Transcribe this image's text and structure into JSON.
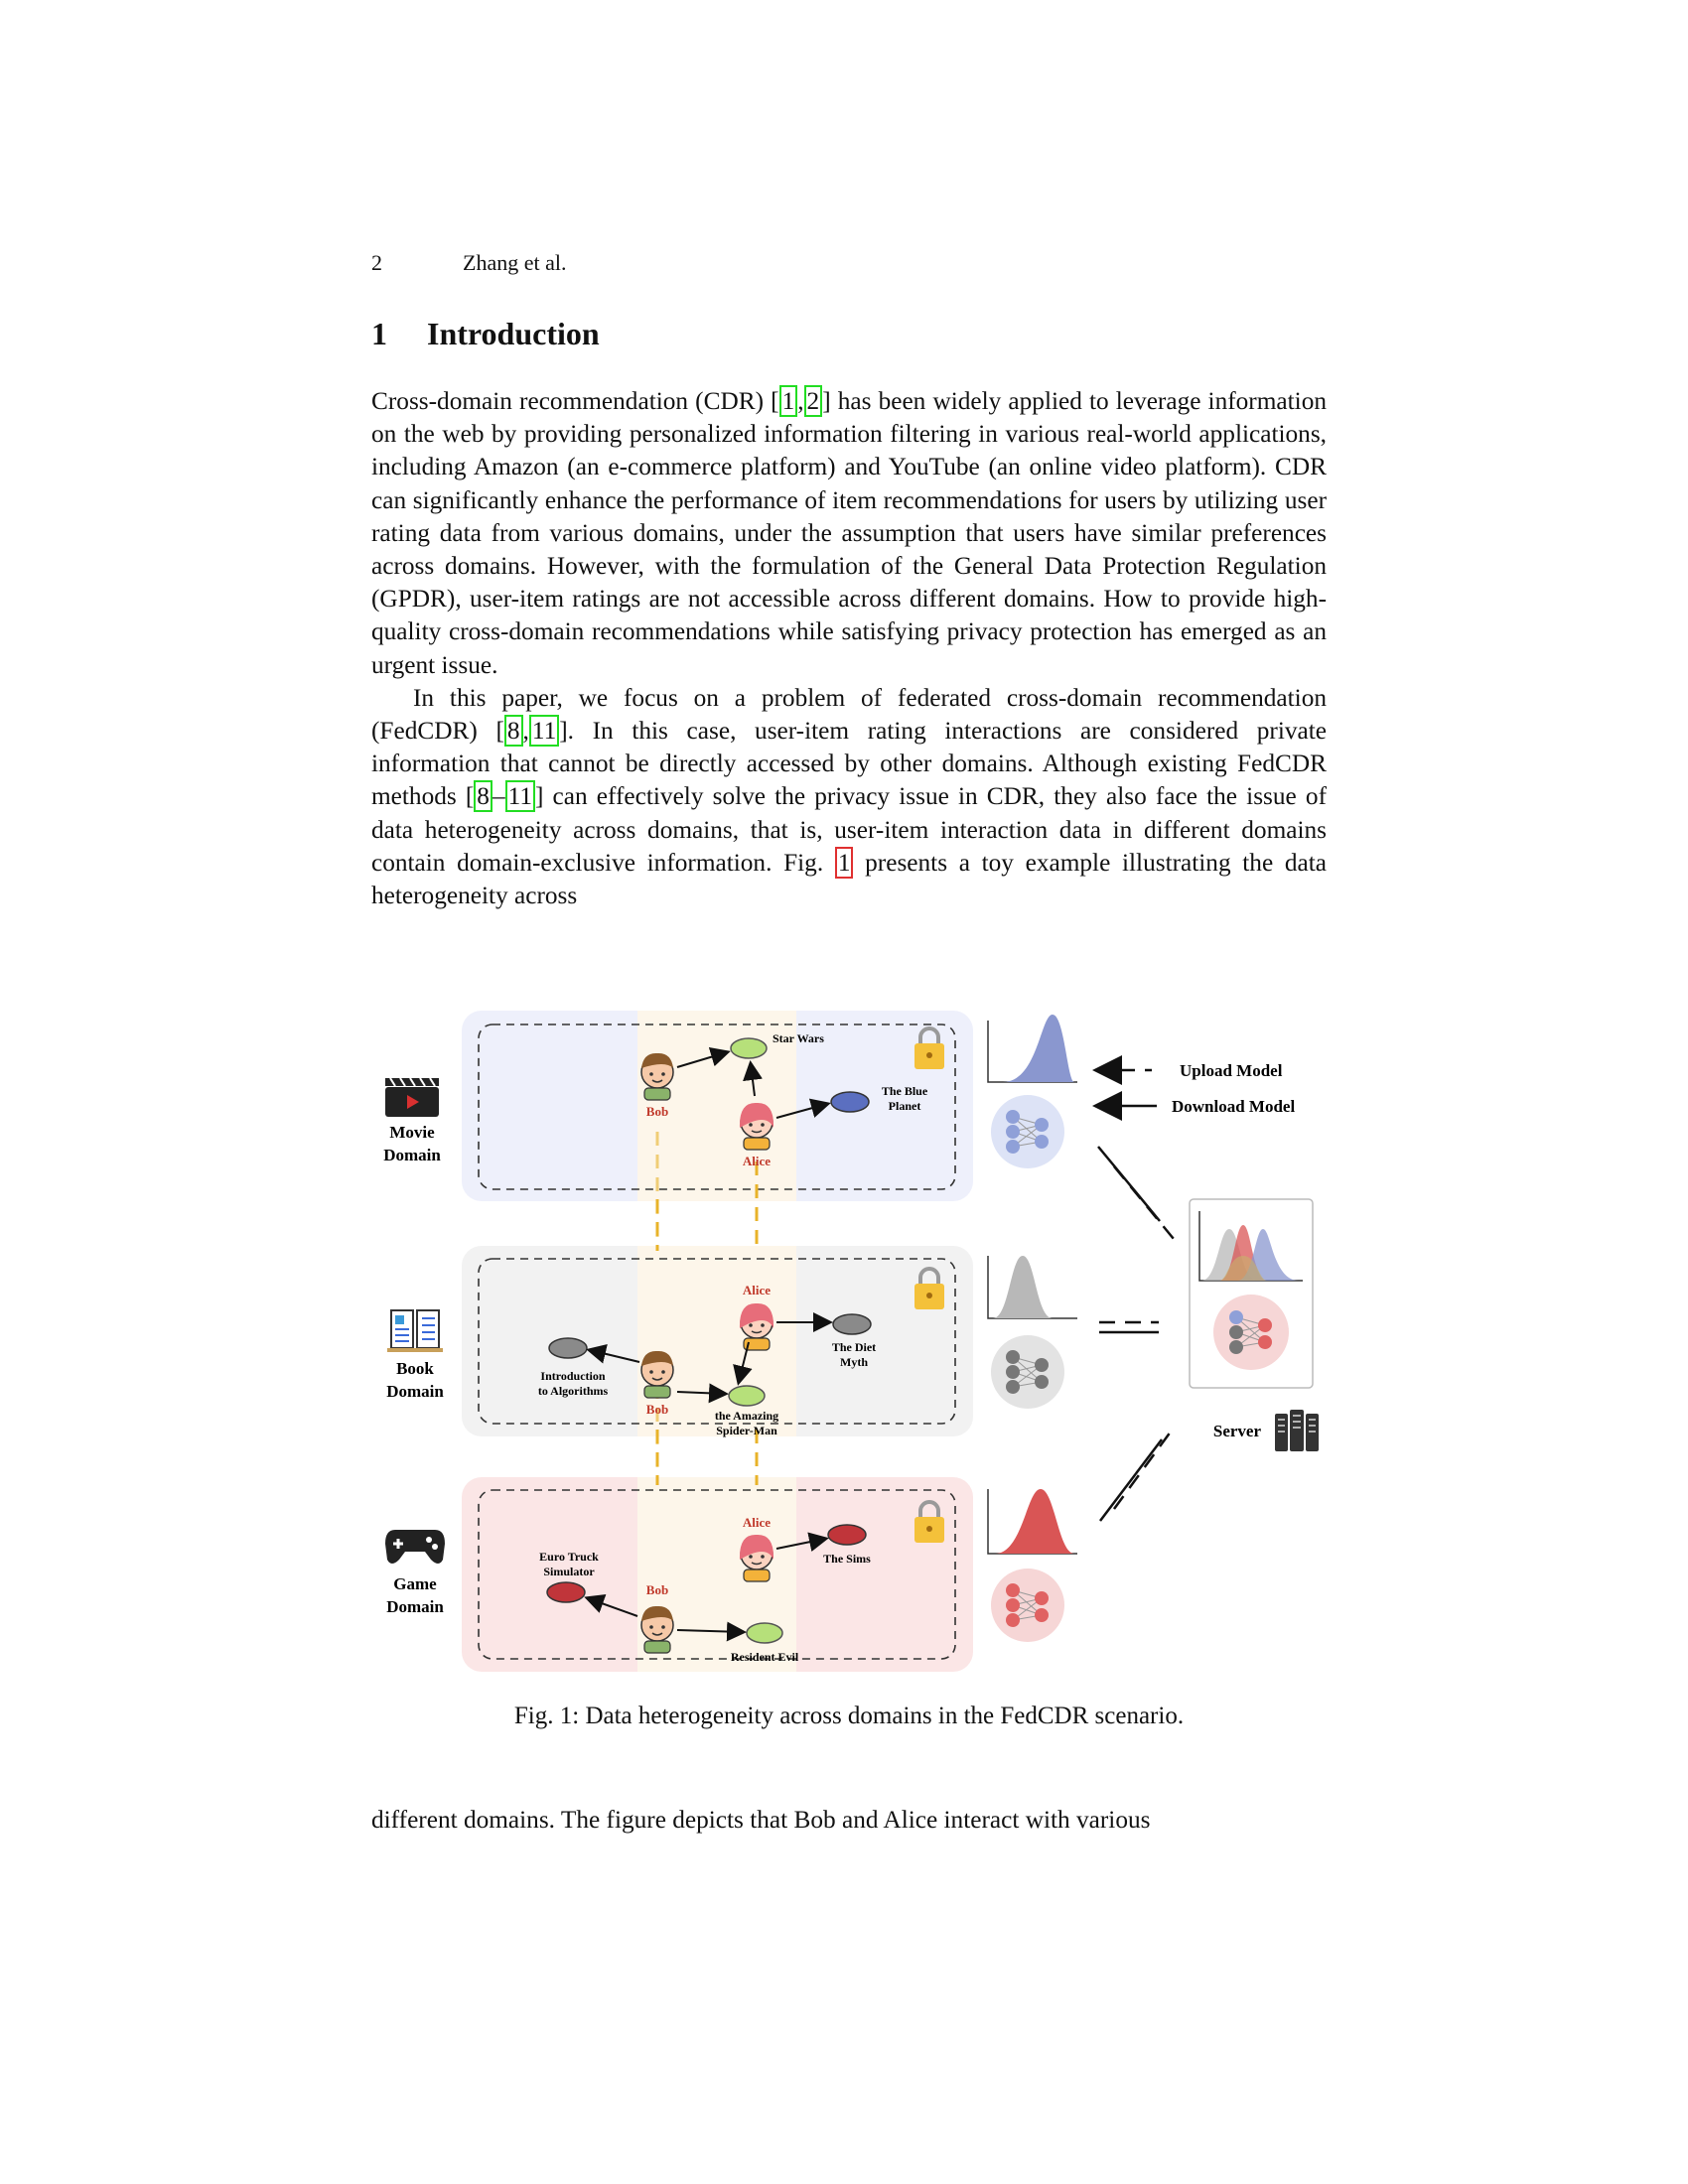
{
  "header": {
    "page_number": "2",
    "authors": "Zhang et al."
  },
  "section": {
    "number": "1",
    "title": "Introduction"
  },
  "paragraph1": {
    "t1": "Cross-domain recommendation (CDR) [",
    "c1": "1",
    "t2": ",",
    "c2": "2",
    "t3": "] has been widely applied to leverage information on the web by providing personalized information filtering in various real-world applications, including Amazon (an e-commerce platform) and YouTube (an online video platform). CDR can significantly enhance the performance of item recommendations for users by utilizing user rating data from various domains, under the assumption that users have similar preferences across domains. However, with the formulation of the General Data Protection Regulation (GPDR), user-item ratings are not accessible across different domains. How to provide high-quality cross-domain recommendations while satisfying privacy protection has emerged as an urgent issue."
  },
  "paragraph2": {
    "t1": "In this paper, we focus on a problem of federated cross-domain recommendation (FedCDR) [",
    "c1": "8",
    "t2": ",",
    "c2": "11",
    "t3": "]. In this case, user-item rating interactions are considered private information that cannot be directly accessed by other domains. Although existing FedCDR methods [",
    "c3": "8",
    "t4": "–",
    "c4": "11",
    "t5": "] can effectively solve the privacy issue in CDR, they also face the issue of data heterogeneity across domains, that is, user-item interaction data in different domains contain domain-exclusive information. Fig. ",
    "f1": "1",
    "t6": " presents a toy example illustrating the data heterogeneity across"
  },
  "figure": {
    "colors": {
      "movie_bg": "#eef0fb",
      "movie_dist": "#8a97cf",
      "movie_node": "#8fa0d8",
      "book_bg": "#f2f2f2",
      "book_dist": "#b8b8b8",
      "book_node": "#777777",
      "game_bg": "#fbe6e6",
      "game_dist": "#d95555",
      "game_node": "#e06262",
      "shared_bg": "#fdf6ea",
      "item_green": "#b6e07a",
      "label_red": "#c0392b",
      "dash_yellow": "#e8b32a",
      "lock": "#f4c13a"
    },
    "domains": [
      {
        "name_line1": "Movie",
        "name_line2": "Domain",
        "icon": "clapperboard-icon"
      },
      {
        "name_line1": "Book",
        "name_line2": "Domain",
        "icon": "book-icon"
      },
      {
        "name_line1": "Game",
        "name_line2": "Domain",
        "icon": "gamepad-icon"
      }
    ],
    "users": {
      "bob": "Bob",
      "alice": "Alice"
    },
    "items": {
      "star_wars": "Star Wars",
      "blue_planet_1": "The Blue",
      "blue_planet_2": "Planet",
      "intro_algo_1": "Introduction",
      "intro_algo_2": "to Algorithms",
      "spiderman_1": "the Amazing",
      "spiderman_2": "Spider-Man",
      "diet_myth_1": "The Diet",
      "diet_myth_2": "Myth",
      "euro_truck_1": "Euro Truck",
      "euro_truck_2": "Simulator",
      "sims": "The Sims",
      "resident_evil": "Resident Evil"
    },
    "legend": {
      "upload": "Upload Model",
      "download": "Download Model"
    },
    "server_label": "Server"
  },
  "caption": "Fig. 1: Data heterogeneity across domains in the FedCDR scenario.",
  "bottom_text": "different domains. The figure depicts that Bob and Alice interact with various"
}
